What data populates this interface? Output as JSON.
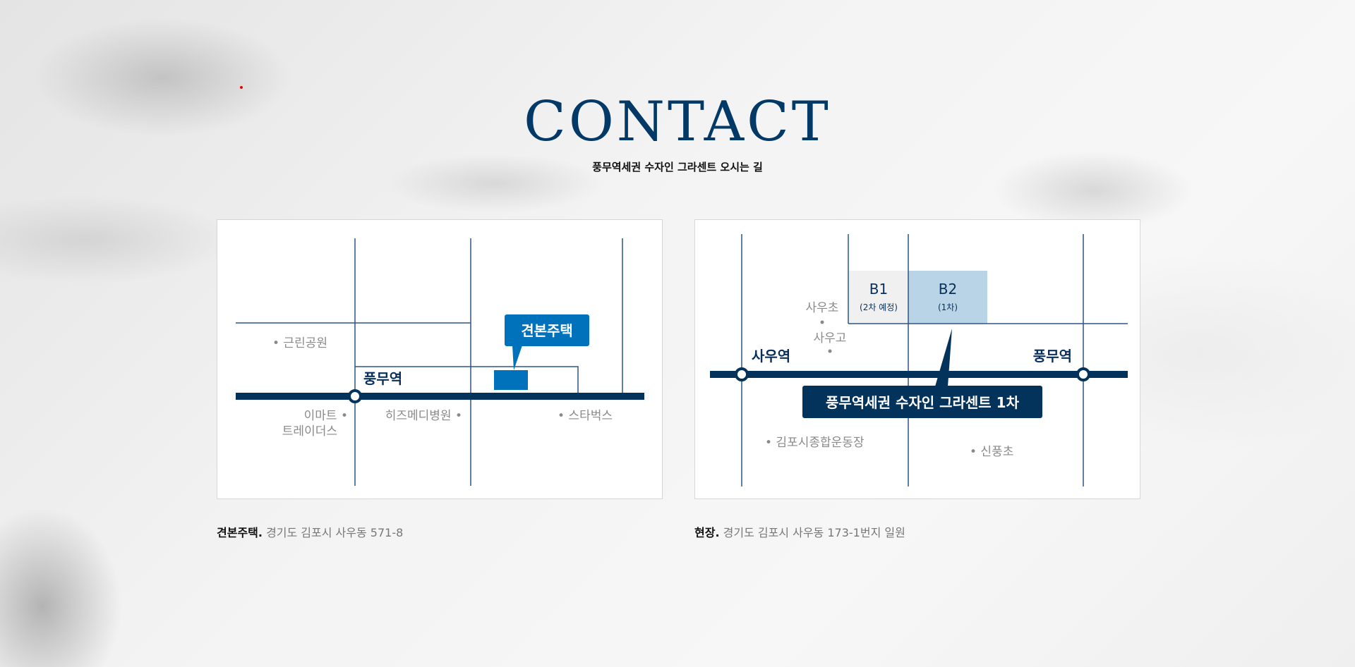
{
  "header": {
    "title": "CONTACT",
    "subtitle": "풍무역세권 수자인 그라센트 오시는 길"
  },
  "colors": {
    "navy": "#023966",
    "blue": "#0072bc",
    "b2": "#b9d4e6"
  },
  "map1": {
    "callout": "견본주택",
    "station": "풍무역",
    "pois": [
      "• 근린공원",
      "이마트 •",
      "트레이더스",
      "히즈메디병원 •",
      "• 스타벅스"
    ]
  },
  "map2": {
    "stations": [
      "사우역",
      "풍무역"
    ],
    "blocks": [
      {
        "name": "B1",
        "sub": "(2차 예정)"
      },
      {
        "name": "B2",
        "sub": "(1차)"
      }
    ],
    "callout": "풍무역세권 수자인 그라센트 1차",
    "pois": [
      "사우초",
      "사우고",
      "• 김포시종합운동장",
      "• 신풍초"
    ]
  },
  "captions": [
    {
      "label": "견본주택.",
      "address": "경기도 김포시 사우동 571-8"
    },
    {
      "label": "현장.",
      "address": "경기도 김포시 사우동 173-1번지 일원"
    }
  ]
}
